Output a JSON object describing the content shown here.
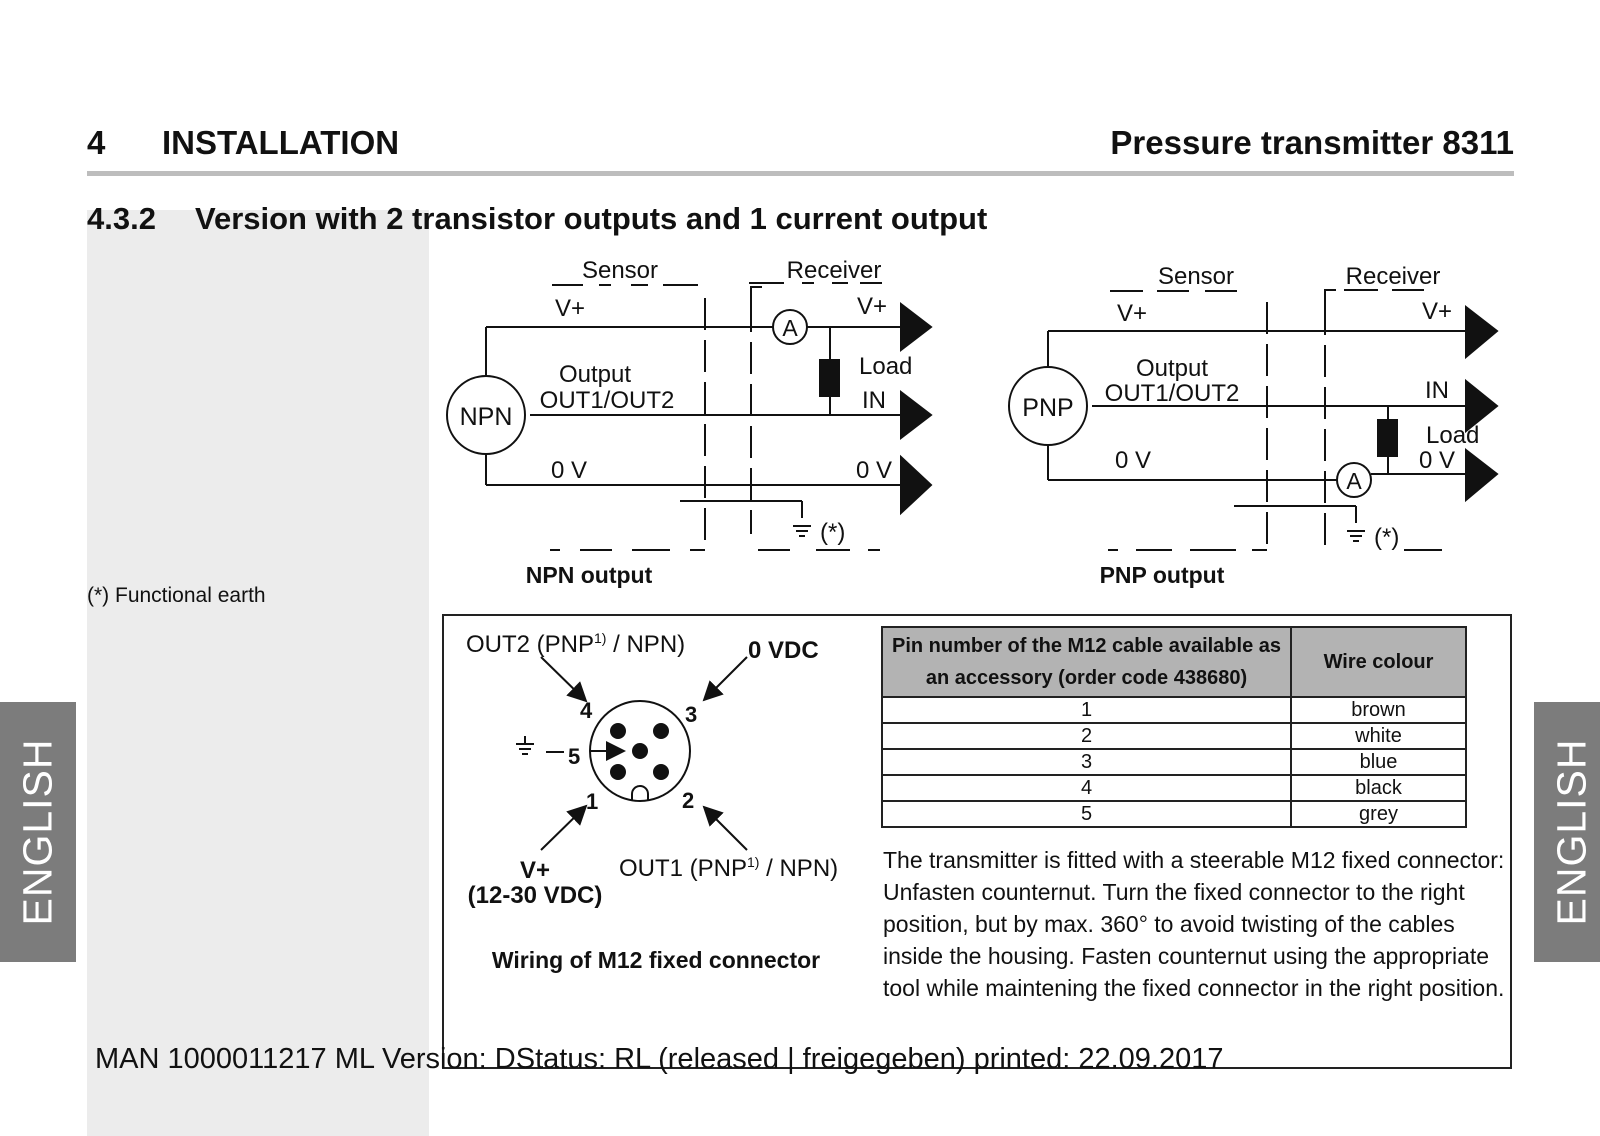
{
  "header": {
    "chapter_number": "4",
    "chapter_title": "INSTALLATION",
    "product_title": "Pressure transmitter 8311"
  },
  "section": {
    "number": "4.3.2",
    "title": "Version with 2 transistor outputs and 1 current output"
  },
  "sidebar": {
    "footnote": "(*) Functional earth",
    "language_tab": "ENGLISH"
  },
  "npn_diagram": {
    "sensor_label": "Sensor",
    "receiver_label": "Receiver",
    "vplus_left": "V+",
    "vplus_right": "V+",
    "ammeter": "A",
    "output_label": "Output",
    "output_channels": "OUT1/OUT2",
    "load_label": "Load",
    "in_label": "IN",
    "device_label": "NPN",
    "zero_v_left": "0 V",
    "zero_v_right": "0 V",
    "earth_note": "(*)",
    "caption": "NPN output"
  },
  "pnp_diagram": {
    "sensor_label": "Sensor",
    "receiver_label": "Receiver",
    "vplus_left": "V+",
    "vplus_right": "V+",
    "output_label": "Output",
    "output_channels": "OUT1/OUT2",
    "in_label": "IN",
    "device_label": "PNP",
    "load_label": "Load",
    "zero_v_left": "0 V",
    "zero_v_right": "0 V",
    "ammeter": "A",
    "earth_note": "(*)",
    "caption": "PNP output"
  },
  "connector": {
    "out2_label": "OUT2 (PNP",
    "out2_sup": "1)",
    "out2_tail": " / NPN)",
    "zero_vdc": "0 VDC",
    "pin4": "4",
    "pin3": "3",
    "pin5": "5",
    "pin1": "1",
    "pin2": "2",
    "vplus": "V+",
    "vplus_range": "(12-30 VDC)",
    "out1_label": "OUT1 (PNP",
    "out1_sup": "1)",
    "out1_tail": " / NPN)",
    "caption": "Wiring of M12 fixed connector"
  },
  "pin_table": {
    "header_pin": "Pin number of the M12 cable available as an accessory (order code 438680)",
    "header_colour": "Wire colour",
    "rows": [
      {
        "pin": "1",
        "colour": "brown"
      },
      {
        "pin": "2",
        "colour": "white"
      },
      {
        "pin": "3",
        "colour": "blue"
      },
      {
        "pin": "4",
        "colour": "black"
      },
      {
        "pin": "5",
        "colour": "grey"
      }
    ]
  },
  "instructions": {
    "line1": "The transmitter is fitted with a steerable M12 fixed connector:",
    "line2": "Unfasten counternut. Turn the fixed connector to the right position, but by max. 360° to avoid twisting of the cables inside the housing. Fasten counternut using the appropriate tool while maintening the fixed connector in the right position."
  },
  "footer": {
    "text": "MAN  1000011217  ML  Version: DStatus: RL (released | freigegeben)  printed: 22.09.2017"
  }
}
